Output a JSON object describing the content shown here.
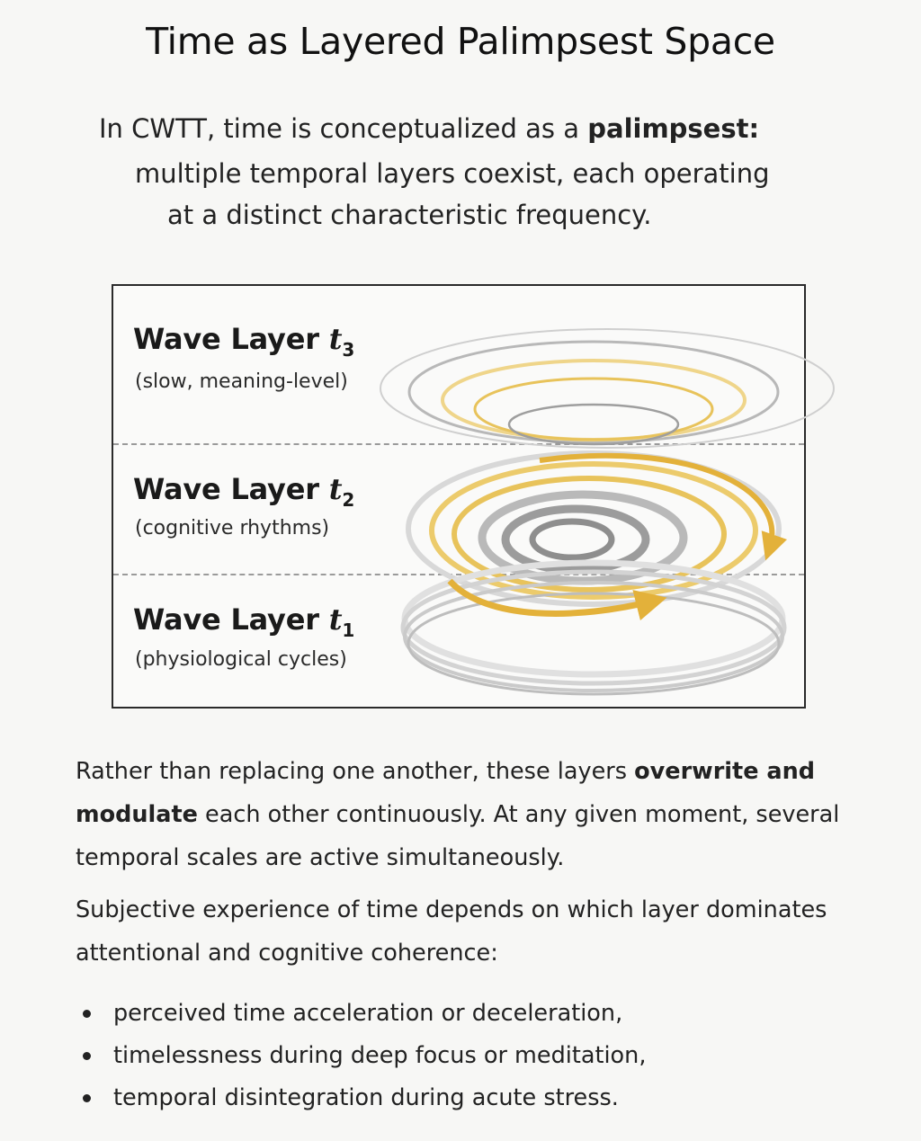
{
  "title": "Time as Layered Palimpsest Space",
  "intro": {
    "line1_pre": "In CWTT, time is conceptualized as a ",
    "line1_bold": "palimpsest:",
    "line2": "multiple temporal layers coexist, each operating",
    "line3": "at a distinct characteristic frequency."
  },
  "layers": [
    {
      "title": "Wave Layer ",
      "symbol": "t",
      "subscript": "3",
      "description": "(slow, meaning-level)"
    },
    {
      "title": "Wave Layer ",
      "symbol": "t",
      "subscript": "2",
      "description": "(cognitive rhythms)"
    },
    {
      "title": "Wave Layer ",
      "symbol": "t",
      "subscript": "1",
      "description": "(physiological cycles)"
    }
  ],
  "paragraph1": {
    "pre": "Rather than replacing one another, these layers ",
    "bold1": "overwrite and",
    "bold2": "modulate",
    "post": " each other continuously. At any given moment, several temporal scales are active simultaneously."
  },
  "paragraph2": "Subjective experience of time depends on which layer dominates attentional and cognitive coherence:",
  "bullets": [
    "perceived time acceleration or deceleration,",
    "timelessness during deep focus or meditation,",
    "temporal disintegration during acute stress."
  ],
  "colors": {
    "gold": "#e3b13a",
    "gray": "#a9a9a9",
    "frame": "#2a2a2a"
  }
}
